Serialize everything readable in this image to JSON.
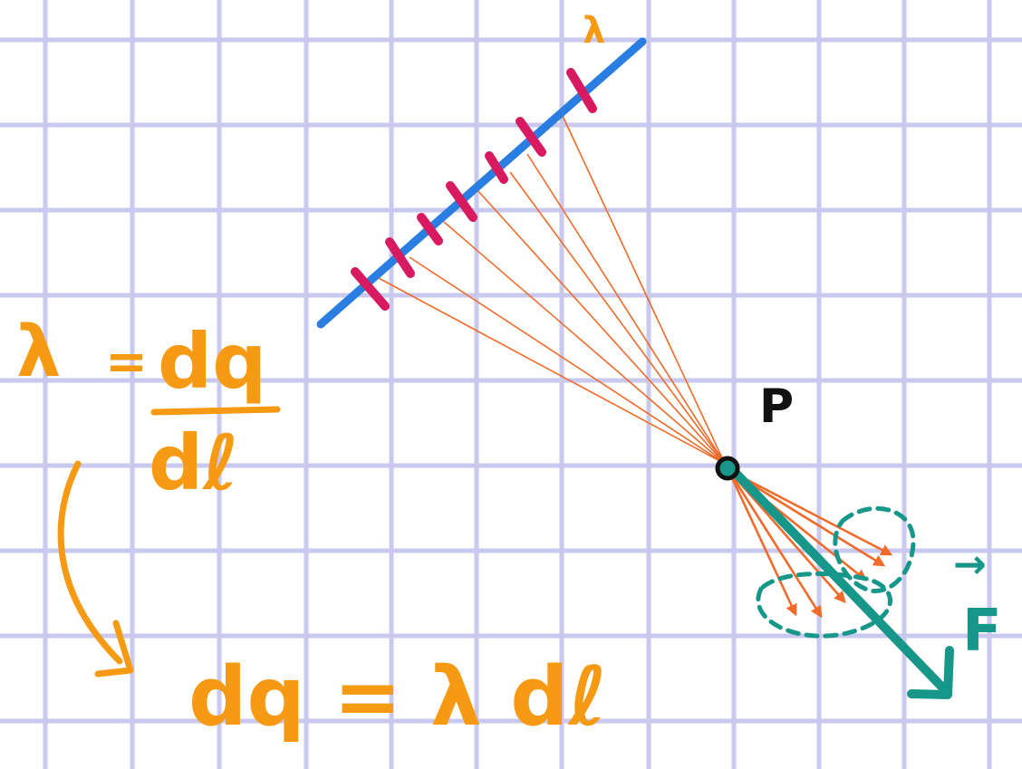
{
  "colors": {
    "grid": "#c9c9ef",
    "line_charge": "#2a7de1",
    "segment_marks": "#d81b60",
    "field_lines": "#f06a2a",
    "force": "#17968a",
    "equations": "#f59a12",
    "point": "#111111"
  },
  "labels": {
    "lambda_on_line": "λ",
    "point": "P",
    "force": "F",
    "force_vector_arrow": "→"
  },
  "equations": {
    "definition_lhs": "λ",
    "definition_eq": "=",
    "definition_num": "dq",
    "definition_den": "dℓ",
    "result": "dq = λ dℓ"
  },
  "icons": {
    "derivation_arrow": "curved-arrow-icon"
  }
}
